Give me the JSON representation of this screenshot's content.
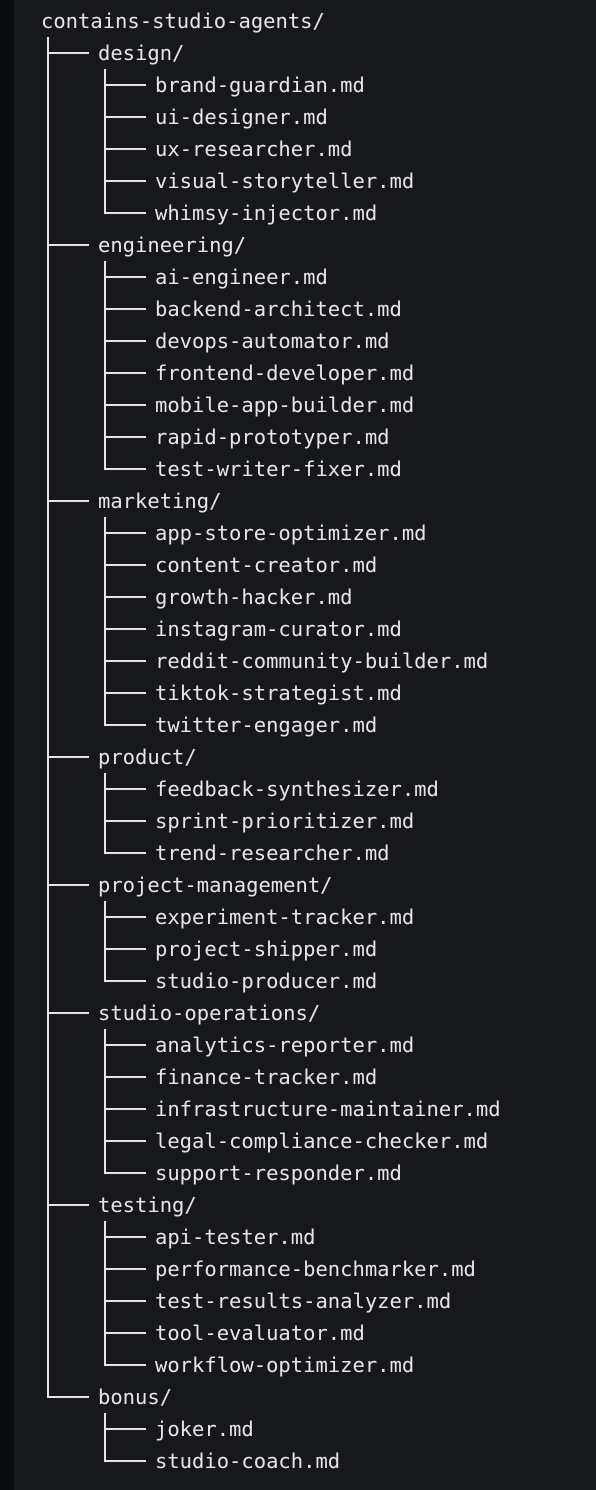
{
  "root": "contains-studio-agents/",
  "folders": [
    {
      "name": "design/",
      "files": [
        "brand-guardian.md",
        "ui-designer.md",
        "ux-researcher.md",
        "visual-storyteller.md",
        "whimsy-injector.md"
      ]
    },
    {
      "name": "engineering/",
      "files": [
        "ai-engineer.md",
        "backend-architect.md",
        "devops-automator.md",
        "frontend-developer.md",
        "mobile-app-builder.md",
        "rapid-prototyper.md",
        "test-writer-fixer.md"
      ]
    },
    {
      "name": "marketing/",
      "files": [
        "app-store-optimizer.md",
        "content-creator.md",
        "growth-hacker.md",
        "instagram-curator.md",
        "reddit-community-builder.md",
        "tiktok-strategist.md",
        "twitter-engager.md"
      ]
    },
    {
      "name": "product/",
      "files": [
        "feedback-synthesizer.md",
        "sprint-prioritizer.md",
        "trend-researcher.md"
      ]
    },
    {
      "name": "project-management/",
      "files": [
        "experiment-tracker.md",
        "project-shipper.md",
        "studio-producer.md"
      ]
    },
    {
      "name": "studio-operations/",
      "files": [
        "analytics-reporter.md",
        "finance-tracker.md",
        "infrastructure-maintainer.md",
        "legal-compliance-checker.md",
        "support-responder.md"
      ]
    },
    {
      "name": "testing/",
      "files": [
        "api-tester.md",
        "performance-benchmarker.md",
        "test-results-analyzer.md",
        "tool-evaluator.md",
        "workflow-optimizer.md"
      ]
    },
    {
      "name": "bonus/",
      "files": [
        "joker.md",
        "studio-coach.md"
      ]
    }
  ]
}
